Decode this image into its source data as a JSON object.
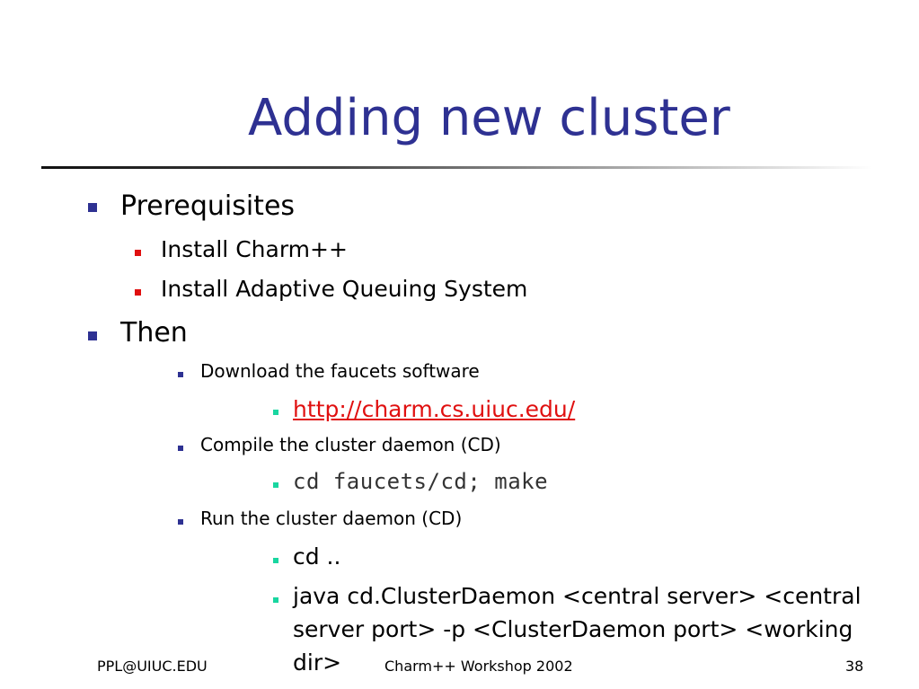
{
  "slide": {
    "title": "Adding new cluster",
    "bullets": {
      "prerequisites": "Prerequisites",
      "install_charm": "Install Charm++",
      "install_aqs": "Install Adaptive Queuing System",
      "then": "Then",
      "download": "Download the faucets software",
      "url": "http://charm.cs.uiuc.edu/",
      "compile": "Compile the cluster daemon (CD)",
      "compile_cmd": "cd faucets/cd; make",
      "run": "Run the cluster daemon (CD)",
      "cd_up": "cd ..",
      "java_cmd": "java cd.ClusterDaemon <central server> <central server port> -p <ClusterDaemon port> <working dir>"
    }
  },
  "footer": {
    "left": "PPL@UIUC.EDU",
    "center": "Charm++ Workshop 2002",
    "page": "38"
  },
  "colors": {
    "title": "#2e3192",
    "level1_bullet": "#2e3192",
    "level2_bullet": "#e01010",
    "level4_bullet": "#19d6a0",
    "link": "#e01010"
  }
}
